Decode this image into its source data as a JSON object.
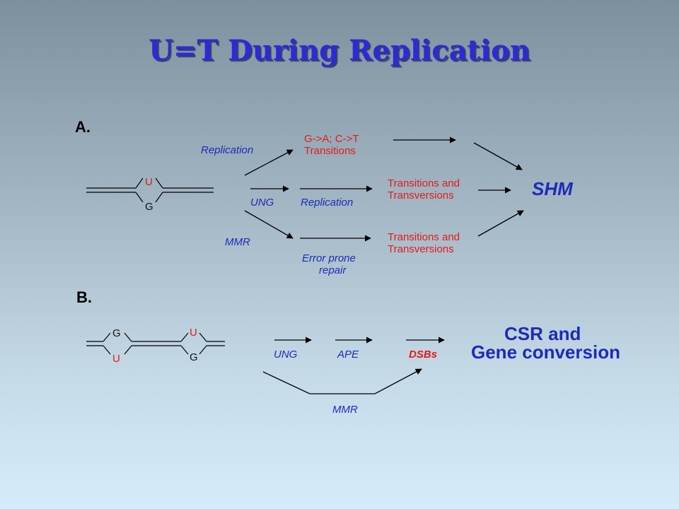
{
  "title": "U=T During Replication",
  "section_a": {
    "label": "A.",
    "top_base": "U",
    "bottom_base": "G",
    "replication_label": "Replication",
    "ung_label": "UNG",
    "mmr_label": "MMR",
    "transitions_line1": "G->A; C->T",
    "transitions_line2": "Transitions",
    "mid_replication_label": "Replication",
    "error_prone_line1": "Error prone",
    "error_prone_line2": "repair",
    "tt_mid_line1": "Transitions and",
    "tt_mid_line2": "Transversions",
    "tt_low_line1": "Transitions and",
    "tt_low_line2": "Transversions",
    "result": "SHM"
  },
  "section_b": {
    "label": "B.",
    "left_top_base": "G",
    "left_bottom_base": "U",
    "right_top_base": "U",
    "right_bottom_base": "G",
    "ung_label": "UNG",
    "ape_label": "APE",
    "dsbs_label": "DSBs",
    "mmr_label": "MMR",
    "result_line1": "CSR and",
    "result_line2": "Gene conversion"
  }
}
